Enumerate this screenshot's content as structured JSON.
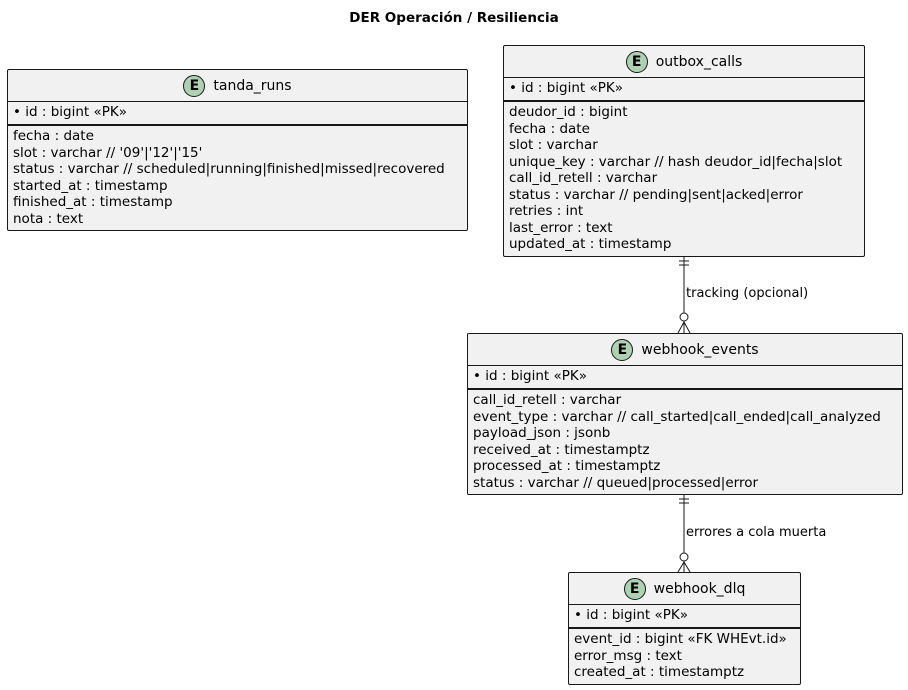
{
  "title": "DER Operación / Resiliencia",
  "entities": {
    "tanda_runs": {
      "badge": "E",
      "name": "tanda_runs",
      "pk": "• id : bigint «PK»",
      "attrs": [
        "fecha : date",
        "slot : varchar // '09'|'12'|'15'",
        "status : varchar // scheduled|running|finished|missed|recovered",
        "started_at : timestamp",
        "finished_at : timestamp",
        "nota : text"
      ]
    },
    "outbox_calls": {
      "badge": "E",
      "name": "outbox_calls",
      "pk": "• id : bigint «PK»",
      "attrs": [
        "deudor_id : bigint",
        "fecha : date",
        "slot : varchar",
        "unique_key : varchar  // hash deudor_id|fecha|slot",
        "call_id_retell : varchar",
        "status : varchar // pending|sent|acked|error",
        "retries : int",
        "last_error : text",
        "updated_at : timestamp"
      ]
    },
    "webhook_events": {
      "badge": "E",
      "name": "webhook_events",
      "pk": "• id : bigint «PK»",
      "attrs": [
        "call_id_retell : varchar",
        "event_type : varchar // call_started|call_ended|call_analyzed",
        "payload_json : jsonb",
        "received_at : timestamptz",
        "processed_at : timestamptz",
        "status : varchar // queued|processed|error"
      ]
    },
    "webhook_dlq": {
      "badge": "E",
      "name": "webhook_dlq",
      "pk": "• id : bigint «PK»",
      "attrs": [
        "event_id : bigint «FK WHEvt.id»",
        "error_msg : text",
        "created_at : timestamptz"
      ]
    }
  },
  "relations": [
    {
      "from": "outbox_calls",
      "to": "webhook_events",
      "label": "tracking (opcional)",
      "from_card": "one",
      "to_card": "zero-or-many"
    },
    {
      "from": "webhook_events",
      "to": "webhook_dlq",
      "label": "errores a cola muerta",
      "from_card": "one",
      "to_card": "zero-or-many"
    }
  ],
  "colors": {
    "entity_fill": "#f1f1f1",
    "badge_fill": "#add1b2",
    "border": "#181818"
  }
}
